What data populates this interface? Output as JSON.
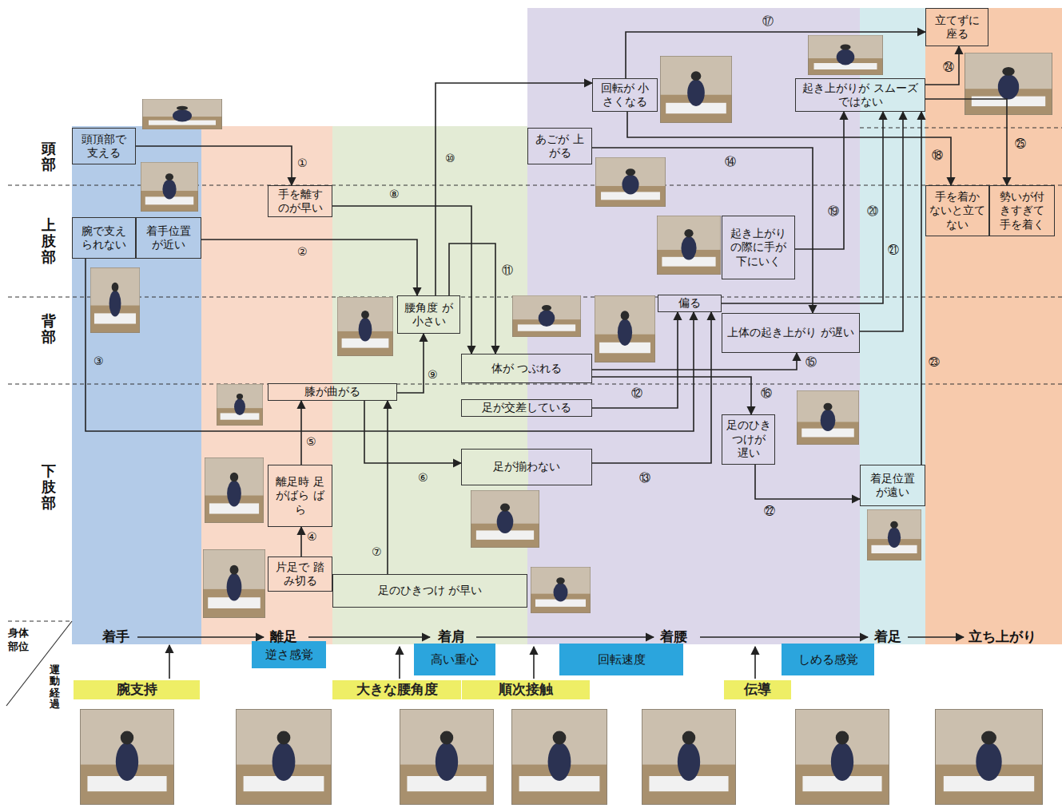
{
  "diagram": {
    "nodes": [
      {
        "text": [
          "頭頂部で 支える"
        ]
      },
      {
        "text": [
          "手を離す のが早い"
        ]
      },
      {
        "text": [
          "腕で支え られない"
        ]
      },
      {
        "text": [
          "着手位置 が近い"
        ]
      },
      {
        "text": [
          "腰角度 が小さい"
        ]
      },
      {
        "text": [
          "体が つぶれる"
        ]
      },
      {
        "text": [
          "膝が曲がる"
        ]
      },
      {
        "text": [
          "足が交差している"
        ]
      },
      {
        "text": [
          "足が揃わない"
        ]
      },
      {
        "text": [
          "離足時 足がばら ばら"
        ]
      },
      {
        "text": [
          "片足で 踏み切る"
        ]
      },
      {
        "text": [
          "足のひきつけ が早い"
        ]
      },
      {
        "text": [
          "回転が 小さくなる"
        ]
      },
      {
        "text": [
          "あごが 上がる"
        ]
      },
      {
        "text": [
          "起き上がり の際に手が 下にいく"
        ]
      },
      {
        "text": [
          "偏る"
        ]
      },
      {
        "text": [
          "上体の起き上がり が遅い"
        ]
      },
      {
        "text": [
          "足のひき つけが 遅い"
        ]
      },
      {
        "text": [
          "起き上がりが スムーズではない"
        ]
      },
      {
        "text": [
          "立てずに 座る"
        ]
      },
      {
        "text": [
          "手を着か ないと立て ない"
        ]
      },
      {
        "text": [
          "勢いが付 きすぎて 手を着く"
        ]
      },
      {
        "text": [
          "着足位置 が遠い"
        ]
      },
      {
        "text": [
          "逆さ感覚"
        ]
      },
      {
        "text": [
          "高い重心"
        ]
      },
      {
        "text": [
          "回転速度"
        ]
      },
      {
        "text": [
          "しめる感覚"
        ]
      },
      {
        "text": [
          "腕支持"
        ]
      },
      {
        "text": [
          "大きな腰角度"
        ]
      },
      {
        "text": [
          "順次接触"
        ]
      },
      {
        "text": [
          "伝導"
        ]
      }
    ],
    "edges": [
      {
        "from": 0,
        "to": 1,
        "arrow": "to"
      },
      {
        "from": 3,
        "to": 4,
        "arrow": "to"
      },
      {
        "from": 2,
        "to": 15,
        "arrow": "to"
      },
      {
        "from": 1,
        "to": 5,
        "arrow": "to"
      },
      {
        "from": 6,
        "to": 4,
        "arrow": "to"
      },
      {
        "from": 9,
        "to": 6,
        "arrow": "to"
      },
      {
        "from": 10,
        "to": 9,
        "arrow": "to"
      },
      {
        "from": 11,
        "to": 6,
        "arrow": "to"
      },
      {
        "from": 6,
        "to": 8,
        "arrow": "to"
      },
      {
        "from": 4,
        "to": 12,
        "arrow": "to"
      },
      {
        "from": 4,
        "to": 5,
        "arrow": "to"
      },
      {
        "from": 7,
        "to": 15,
        "arrow": "to"
      },
      {
        "from": 8,
        "to": 15,
        "arrow": "to"
      },
      {
        "from": 13,
        "to": 16,
        "arrow": "to"
      },
      {
        "from": 5,
        "to": 16,
        "arrow": "to"
      },
      {
        "from": 5,
        "to": 17,
        "arrow": "to"
      },
      {
        "from": 12,
        "to": 19,
        "arrow": "to"
      },
      {
        "from": 12,
        "to": 20,
        "arrow": "to"
      },
      {
        "from": 14,
        "to": 18,
        "arrow": "to"
      },
      {
        "from": 15,
        "to": 18,
        "arrow": "to"
      },
      {
        "from": 16,
        "to": 18,
        "arrow": "to"
      },
      {
        "from": 17,
        "to": 22,
        "arrow": "to"
      },
      {
        "from": 22,
        "to": 18,
        "arrow": "to"
      },
      {
        "from": 18,
        "to": 19,
        "arrow": "to"
      },
      {
        "from": 18,
        "to": 21,
        "arrow": "to"
      }
    ],
    "labels": [
      "頭部",
      "上肢部",
      "背部",
      "下肢部",
      "身体 部位",
      "運動経過",
      "着手",
      "離足",
      "着肩",
      "着腰",
      "着足",
      "立ち上がり",
      "①",
      "②",
      "③",
      "④",
      "⑤",
      "⑥",
      "⑦",
      "⑧",
      "⑨",
      "⑩",
      "⑪",
      "⑫",
      "⑬",
      "⑭",
      "⑮",
      "⑯",
      "⑰",
      "⑱",
      "⑲",
      "⑳",
      "㉑",
      "㉒",
      "㉓",
      "㉔",
      "㉕"
    ]
  }
}
